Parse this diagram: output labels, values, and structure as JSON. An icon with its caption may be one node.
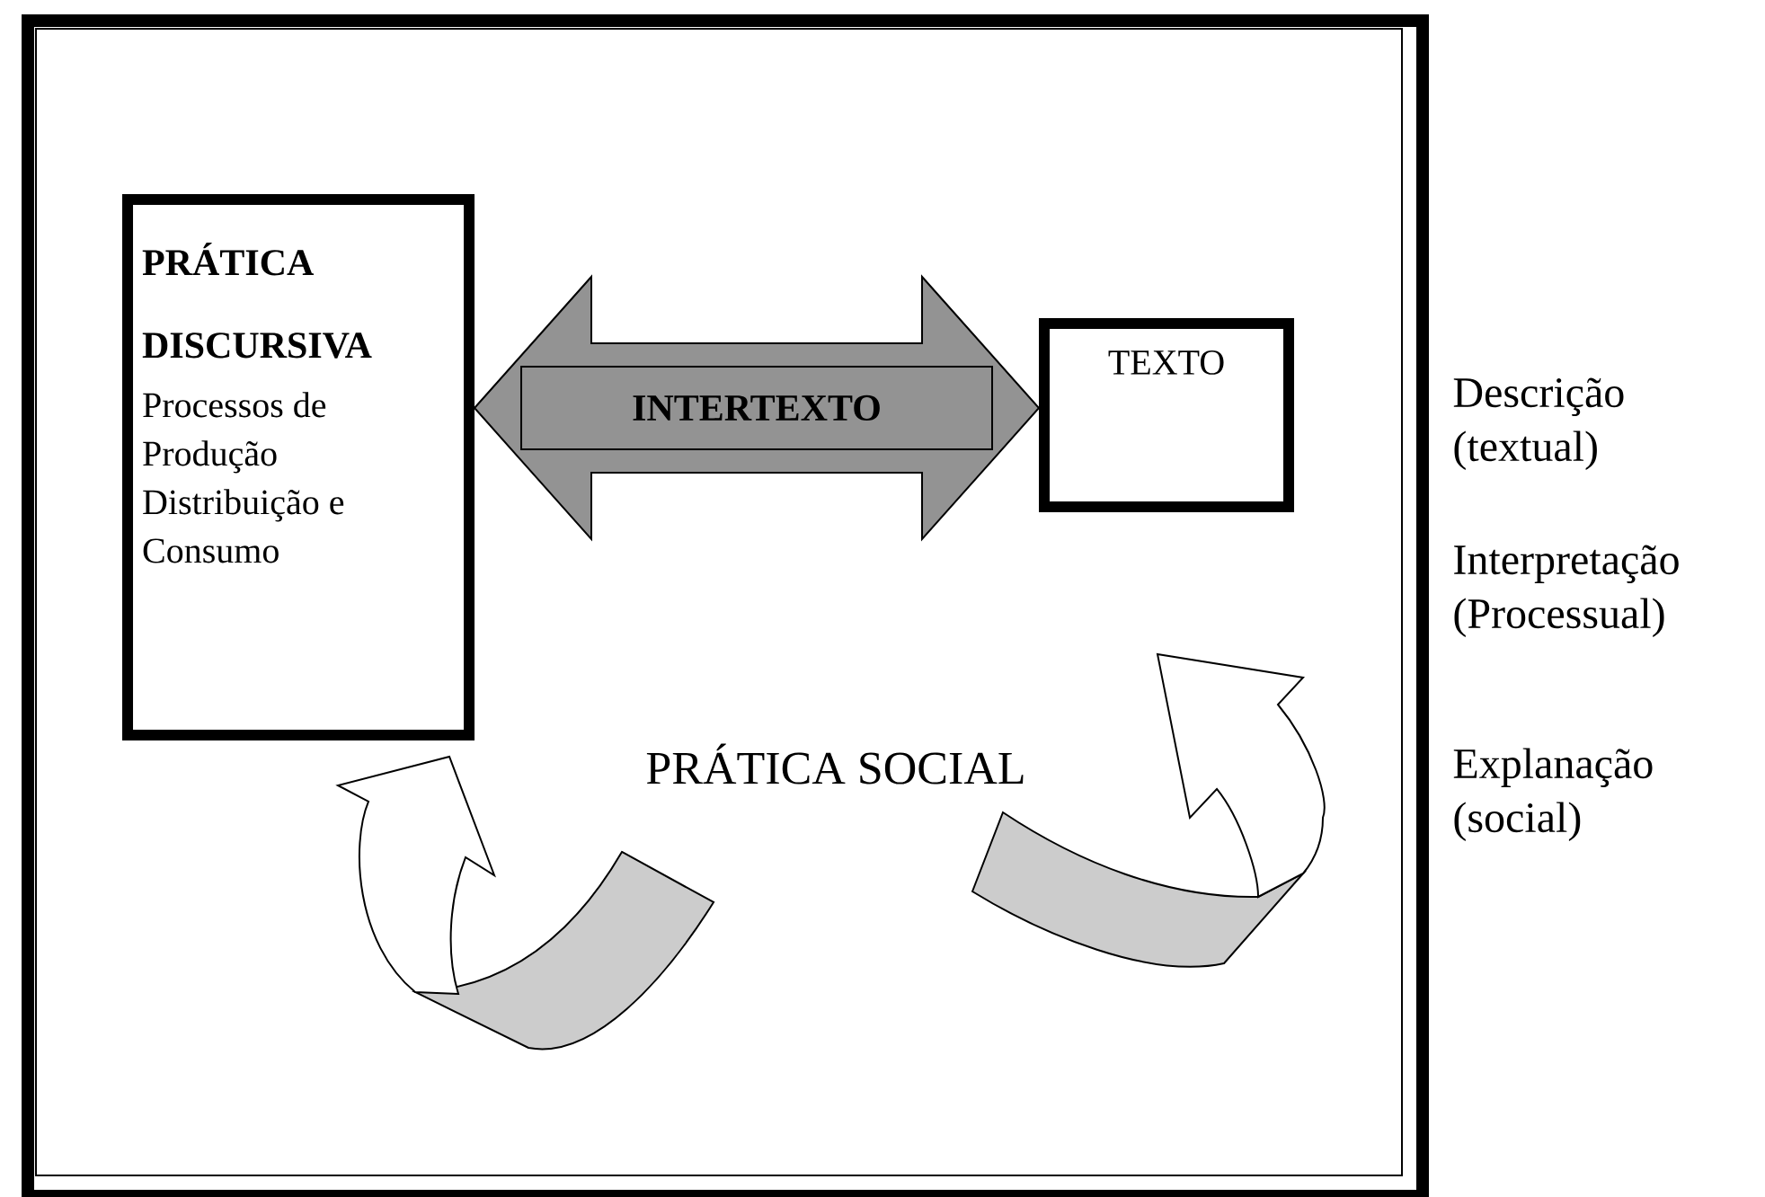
{
  "diagram": {
    "nodes": [
      {
        "text": [
          "PRÁTICA SOCIAL"
        ]
      },
      {
        "text": [
          "PRÁTICA DISCURSIVA",
          "Processos de Produção Distribuição e Consumo"
        ],
        "in": 0
      },
      {
        "text": [
          "TEXTO"
        ],
        "in": 0
      }
    ],
    "edges": [
      {
        "from": 1,
        "to": 2,
        "arrow": "both",
        "label": "INTERTEXTO"
      }
    ],
    "labels": [
      "Descrição (textual)",
      "Interpretação (Processual)",
      "Explanação (social)"
    ]
  }
}
